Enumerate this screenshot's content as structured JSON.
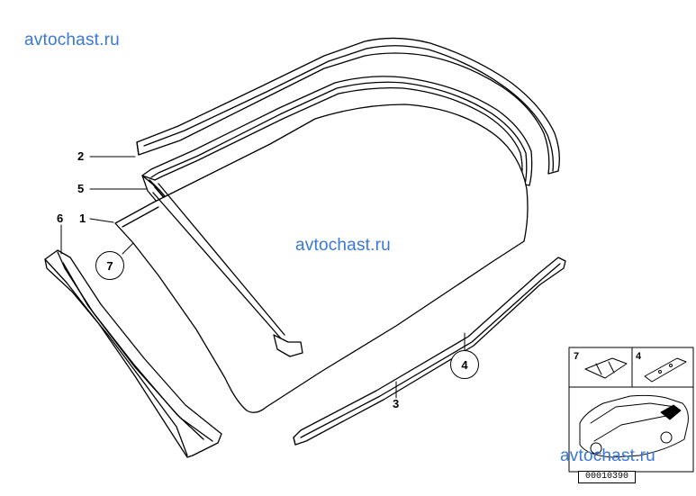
{
  "watermarks": {
    "top_left": "avtochast.ru",
    "center": "avtochast.ru",
    "bottom_right": "avtochast.ru"
  },
  "callouts": {
    "part_2": "2",
    "part_5": "5",
    "part_6": "6",
    "part_1": "1",
    "part_3": "3"
  },
  "circled_callouts": {
    "part_7": "7",
    "part_4": "4"
  },
  "inset": {
    "label_7": "7",
    "label_4": "4",
    "diagram_id": "00010390"
  },
  "colors": {
    "line": "#000000",
    "watermark": "#3a78d8",
    "background": "#ffffff"
  }
}
